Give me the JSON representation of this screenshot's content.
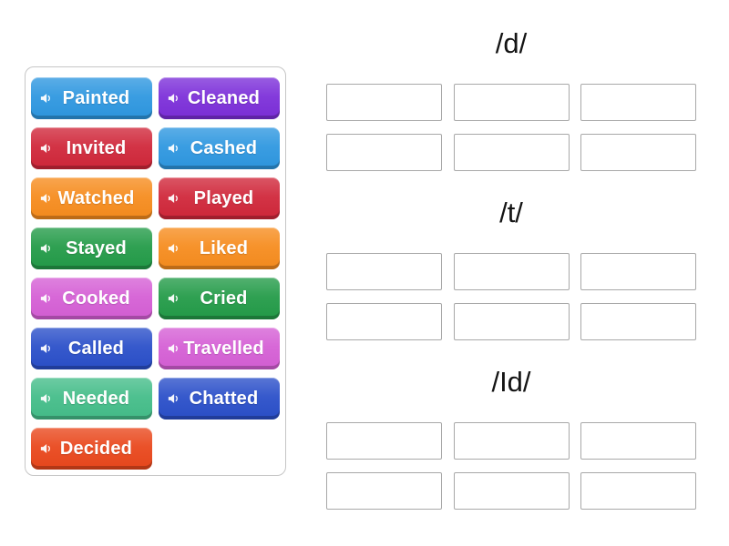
{
  "colors": {
    "page_background": "#ffffff",
    "panel_border": "#c6c6c6",
    "slot_border": "#a8a8a8",
    "slot_background": "#ffffff",
    "header_text": "#141414",
    "tile_text": "#ffffff"
  },
  "word_bank": {
    "tile_icon": "speaker-icon",
    "tiles": [
      {
        "label": "Painted",
        "color": "#2E97E0"
      },
      {
        "label": "Cleaned",
        "color": "#7C2FD9"
      },
      {
        "label": "Invited",
        "color": "#D0273A"
      },
      {
        "label": "Cashed",
        "color": "#2E97E0"
      },
      {
        "label": "Watched",
        "color": "#F68C1E"
      },
      {
        "label": "Played",
        "color": "#D0273A"
      },
      {
        "label": "Stayed",
        "color": "#239B48"
      },
      {
        "label": "Liked",
        "color": "#F68C1E"
      },
      {
        "label": "Cooked",
        "color": "#D55FD5"
      },
      {
        "label": "Cried",
        "color": "#239B48"
      },
      {
        "label": "Called",
        "color": "#2A4FC9"
      },
      {
        "label": "Travelled",
        "color": "#D55FD5"
      },
      {
        "label": "Needed",
        "color": "#44BD89"
      },
      {
        "label": "Chatted",
        "color": "#2A4FC9"
      },
      {
        "label": "Decided",
        "color": "#E9471C"
      }
    ]
  },
  "groups": [
    {
      "label": "/d/",
      "slot_count": 6
    },
    {
      "label": "/t/",
      "slot_count": 6
    },
    {
      "label": "/Id/",
      "slot_count": 6
    }
  ]
}
